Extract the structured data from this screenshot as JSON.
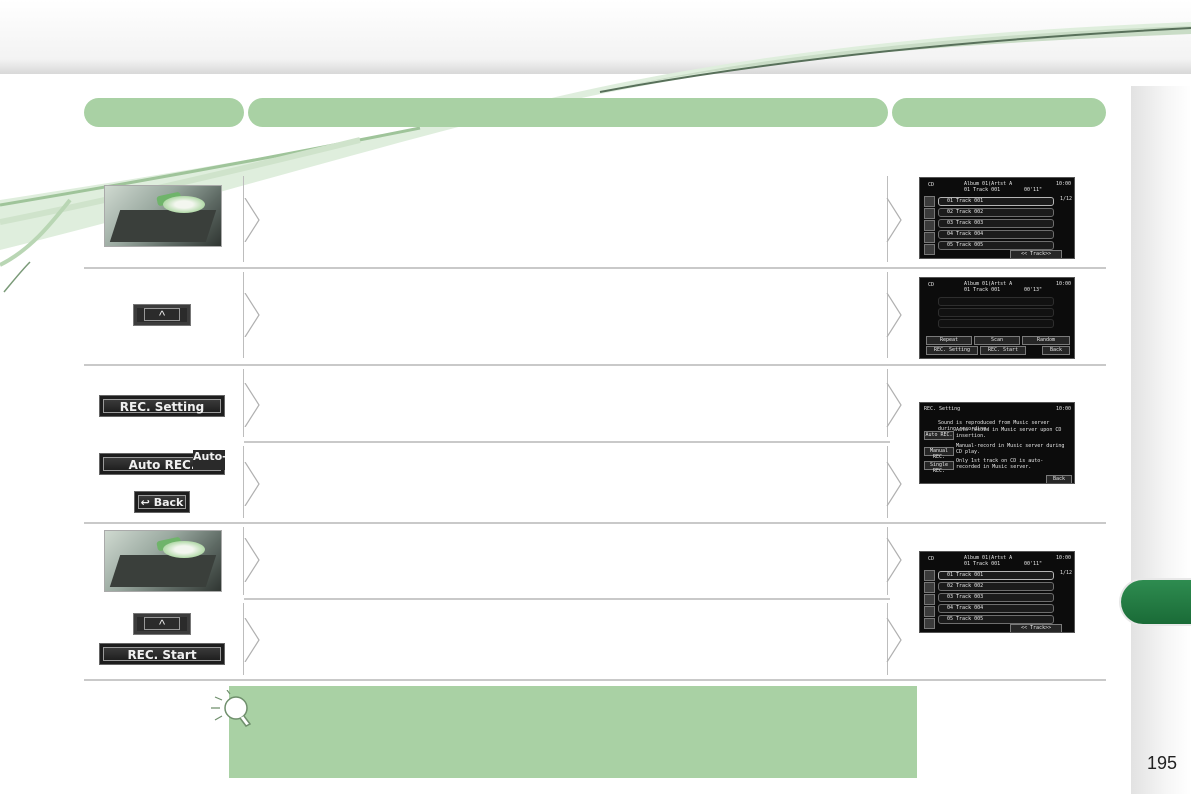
{
  "page": {
    "number": "195",
    "accent_color": "#a9d1a4",
    "tab_color": "#1f7a3f"
  },
  "column_headers": [
    "",
    "",
    ""
  ],
  "buttons": {
    "up_arrow": "^",
    "rec_setting": "REC. Setting",
    "auto_rec": "Auto REC.",
    "auto_rec_overflow": "Auto-",
    "back": "Back",
    "rec_start": "REC. Start"
  },
  "screens": {
    "track_list": {
      "source": "CD",
      "album": "Album 01(Artst A",
      "track": "01 Track 001",
      "time": "00'11\"",
      "clock": "10:00",
      "count": "1/12",
      "tracks": [
        "01  Track 001",
        "02  Track 002",
        "03  Track 003",
        "04  Track 004",
        "05  Track 005"
      ],
      "footer": "<< Track>>"
    },
    "menu": {
      "time": "00'13\"",
      "options": [
        "Repeat",
        "Scan",
        "Random"
      ],
      "rec_setting": "REC. Setting",
      "rec_start": "REC. Start",
      "back": "Back"
    },
    "rec_setting": {
      "title": "REC. Setting",
      "clock": "10:00",
      "heading": "Sound is reproduced from Music server during recording.",
      "options": [
        {
          "button": "Auto REC.",
          "desc": "Auto-record in Music server upon CD insertion."
        },
        {
          "button": "Manual REC.",
          "desc": "Manual-record in Music server during CD play."
        },
        {
          "button": "Single REC.",
          "desc": "Only 1st track on CD is auto-recorded in Music server."
        }
      ],
      "back": "Back"
    }
  }
}
